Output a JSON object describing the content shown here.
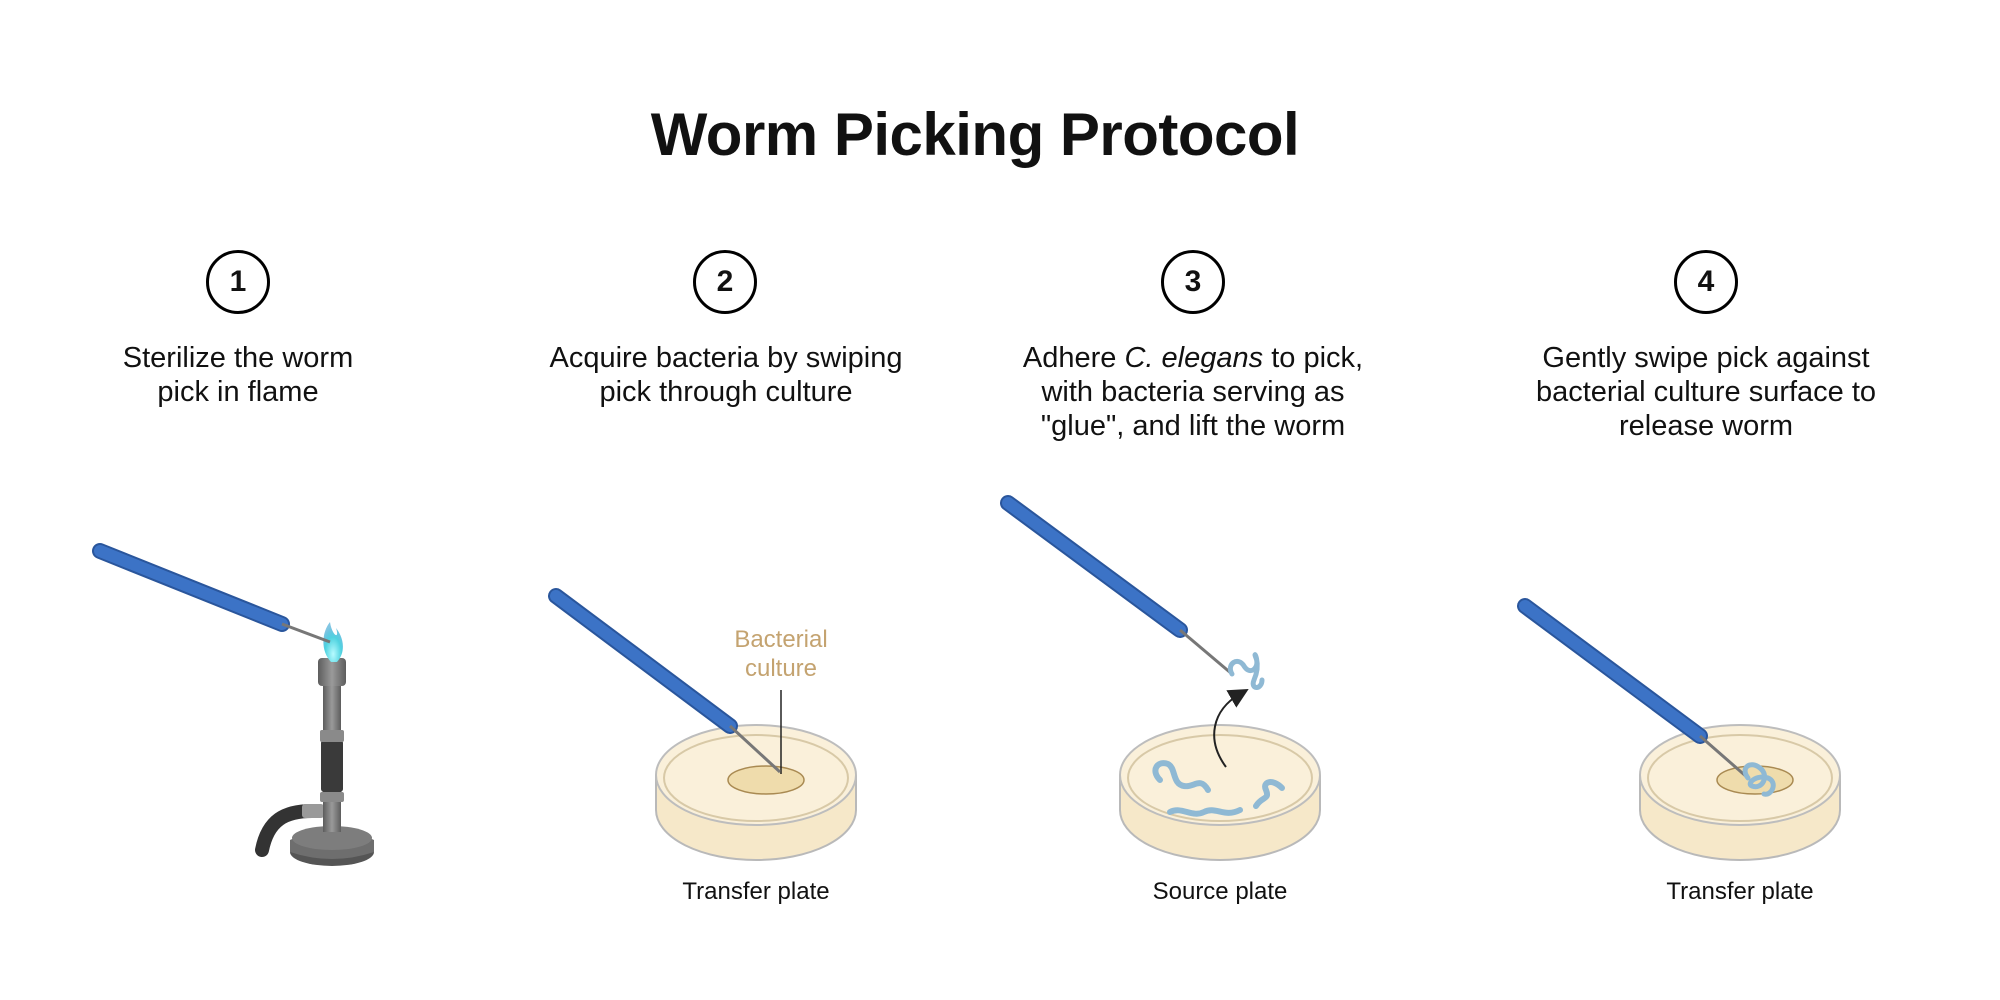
{
  "title": "Worm Picking Protocol",
  "steps": [
    {
      "number": "1",
      "description_lines": [
        "Sterilize the worm",
        "pick in flame"
      ]
    },
    {
      "number": "2",
      "description_lines": [
        "Acquire bacteria by swiping",
        "pick through culture"
      ],
      "plate_label": "Transfer plate",
      "callout_lines": [
        "Bacterial",
        "culture"
      ]
    },
    {
      "number": "3",
      "description_parts": {
        "line1_pre": "Adhere ",
        "line1_italic": "C. elegans",
        "line1_post": " to pick,",
        "line2": "with bacteria serving as",
        "line3": "\"glue\", and lift the worm"
      },
      "plate_label": "Source plate"
    },
    {
      "number": "4",
      "description_lines": [
        "Gently swipe pick against",
        "bacterial culture surface to",
        "release worm"
      ],
      "plate_label": "Transfer plate"
    }
  ],
  "colors": {
    "pick_handle": "#3c73c6",
    "pick_handle_edge": "#2a569c",
    "plate_fill": "#faf0da",
    "culture_fill": "#efdcac",
    "culture_label": "#c4a370",
    "worm": "#8fb9d4",
    "flame": "#4fd3e0",
    "burner": "#777777"
  }
}
